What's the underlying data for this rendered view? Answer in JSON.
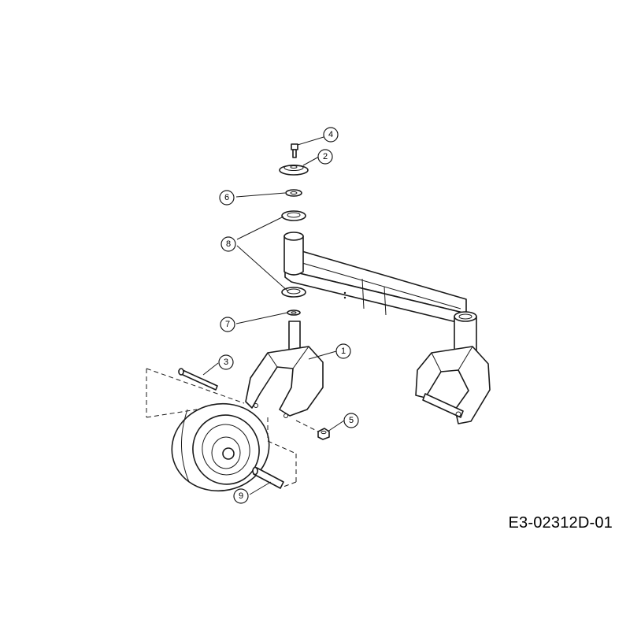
{
  "drawing_id": "E3-02312D-01",
  "colors": {
    "highlight": "#f0e06a",
    "line": "#1a1a1a",
    "background": "#ffffff"
  },
  "callouts": [
    {
      "id": "c4",
      "label": "4",
      "highlighted": true
    },
    {
      "id": "c2",
      "label": "2",
      "highlighted": false
    },
    {
      "id": "c6",
      "label": "6",
      "highlighted": false
    },
    {
      "id": "c8",
      "label": "8",
      "highlighted": false
    },
    {
      "id": "c7",
      "label": "7",
      "highlighted": false
    },
    {
      "id": "c1",
      "label": "1",
      "highlighted": false
    },
    {
      "id": "c3",
      "label": "3",
      "highlighted": false
    },
    {
      "id": "c5",
      "label": "5",
      "highlighted": false
    },
    {
      "id": "c9",
      "label": "9",
      "highlighted": false
    }
  ]
}
